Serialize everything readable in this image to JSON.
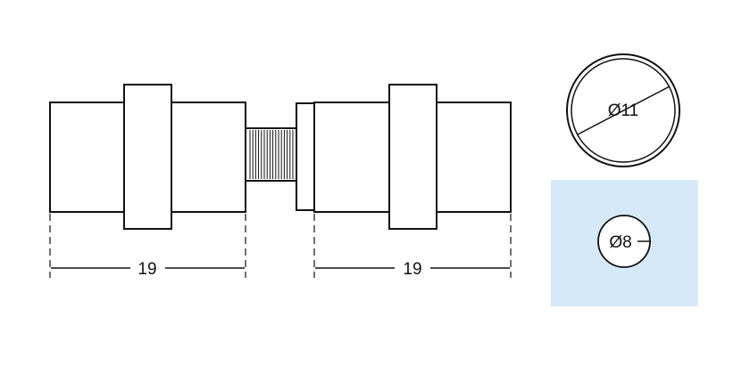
{
  "drawing": {
    "dimensions": {
      "left_length": "19",
      "right_length": "19",
      "outer_diameter": "Ø11",
      "inner_diameter": "Ø8"
    },
    "colors": {
      "line": "#111111",
      "panel_background": "#d6e9f8",
      "paper": "#ffffff"
    }
  }
}
